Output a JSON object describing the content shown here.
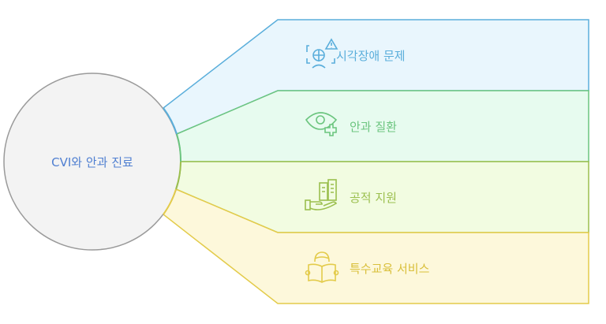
{
  "center": {
    "label": "CVI와 안과 진료"
  },
  "items": [
    {
      "label": "시각장애 문제",
      "icon": "vision-warning-icon",
      "color": "#5aaedb",
      "fill": "#e9f6fd"
    },
    {
      "label": "안과 질환",
      "icon": "eye-medical-icon",
      "color": "#6cc57f",
      "fill": "#e7fbef"
    },
    {
      "label": "공적 지원",
      "icon": "public-support-icon",
      "color": "#9bbf4e",
      "fill": "#f2fce1"
    },
    {
      "label": "특수교육 서비스",
      "icon": "reading-child-icon",
      "color": "#e3cb4a",
      "fill": "#fdf8db"
    }
  ]
}
